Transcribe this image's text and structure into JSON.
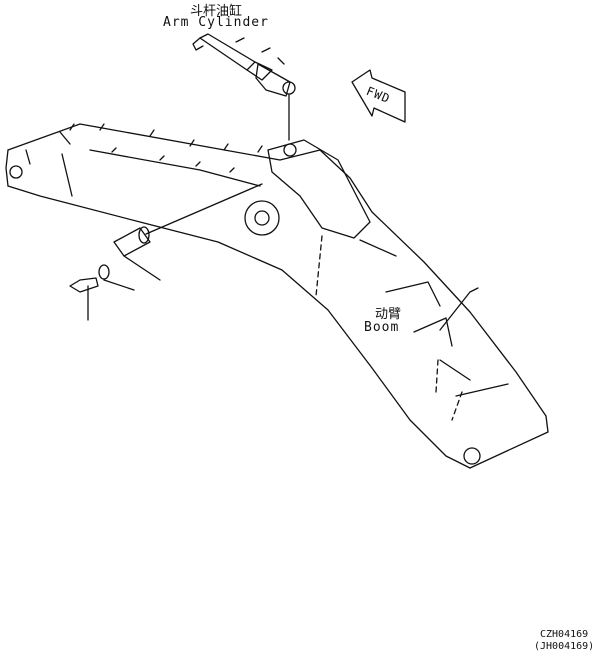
{
  "labels": {
    "arm_cylinder_cn": "斗杆油缸",
    "arm_cylinder_en": "Arm Cylinder",
    "boom_cn": "动臂",
    "boom_en": "Boom",
    "fwd": "FWD"
  },
  "drawing_codes": {
    "primary": "CZH04169",
    "secondary": "(JH004169)"
  }
}
